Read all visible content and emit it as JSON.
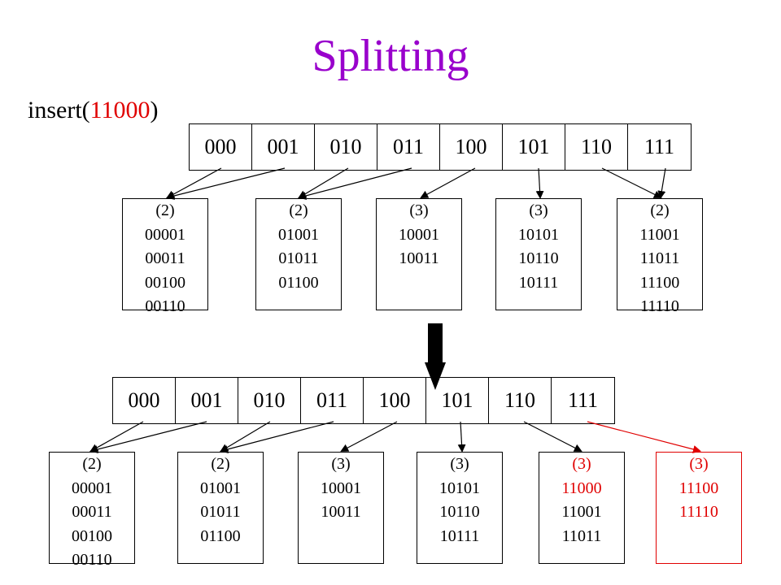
{
  "title": "Splitting",
  "insert": {
    "prefix": "insert(",
    "key": "11000",
    "suffix": ")"
  },
  "top": {
    "directory": [
      "000",
      "001",
      "010",
      "011",
      "100",
      "101",
      "110",
      "111"
    ],
    "buckets": [
      {
        "depth": "(2)",
        "keys": [
          "00001",
          "00011",
          "00100",
          "00110"
        ]
      },
      {
        "depth": "(2)",
        "keys": [
          "01001",
          "01011",
          "01100"
        ]
      },
      {
        "depth": "(3)",
        "keys": [
          "10001",
          "10011"
        ]
      },
      {
        "depth": "(3)",
        "keys": [
          "10101",
          "10110",
          "10111"
        ]
      },
      {
        "depth": "(2)",
        "keys": [
          "11001",
          "11011",
          "11100",
          "11110"
        ]
      }
    ]
  },
  "bottom": {
    "directory": [
      "000",
      "001",
      "010",
      "011",
      "100",
      "101",
      "110",
      "111"
    ],
    "buckets": [
      {
        "depth": "(2)",
        "keys": [
          "00001",
          "00011",
          "00100",
          "00110"
        ]
      },
      {
        "depth": "(2)",
        "keys": [
          "01001",
          "01011",
          "01100"
        ]
      },
      {
        "depth": "(3)",
        "keys": [
          "10001",
          "10011"
        ]
      },
      {
        "depth": "(3)",
        "keys": [
          "10101",
          "10110",
          "10111"
        ]
      },
      {
        "depth": "(3)",
        "keys": [
          "11000",
          "11001",
          "11011"
        ]
      },
      {
        "depth": "(3)",
        "keys": [
          "11100",
          "11110"
        ]
      }
    ]
  },
  "colors": {
    "title": "#9900cc",
    "highlight": "#e00000"
  }
}
